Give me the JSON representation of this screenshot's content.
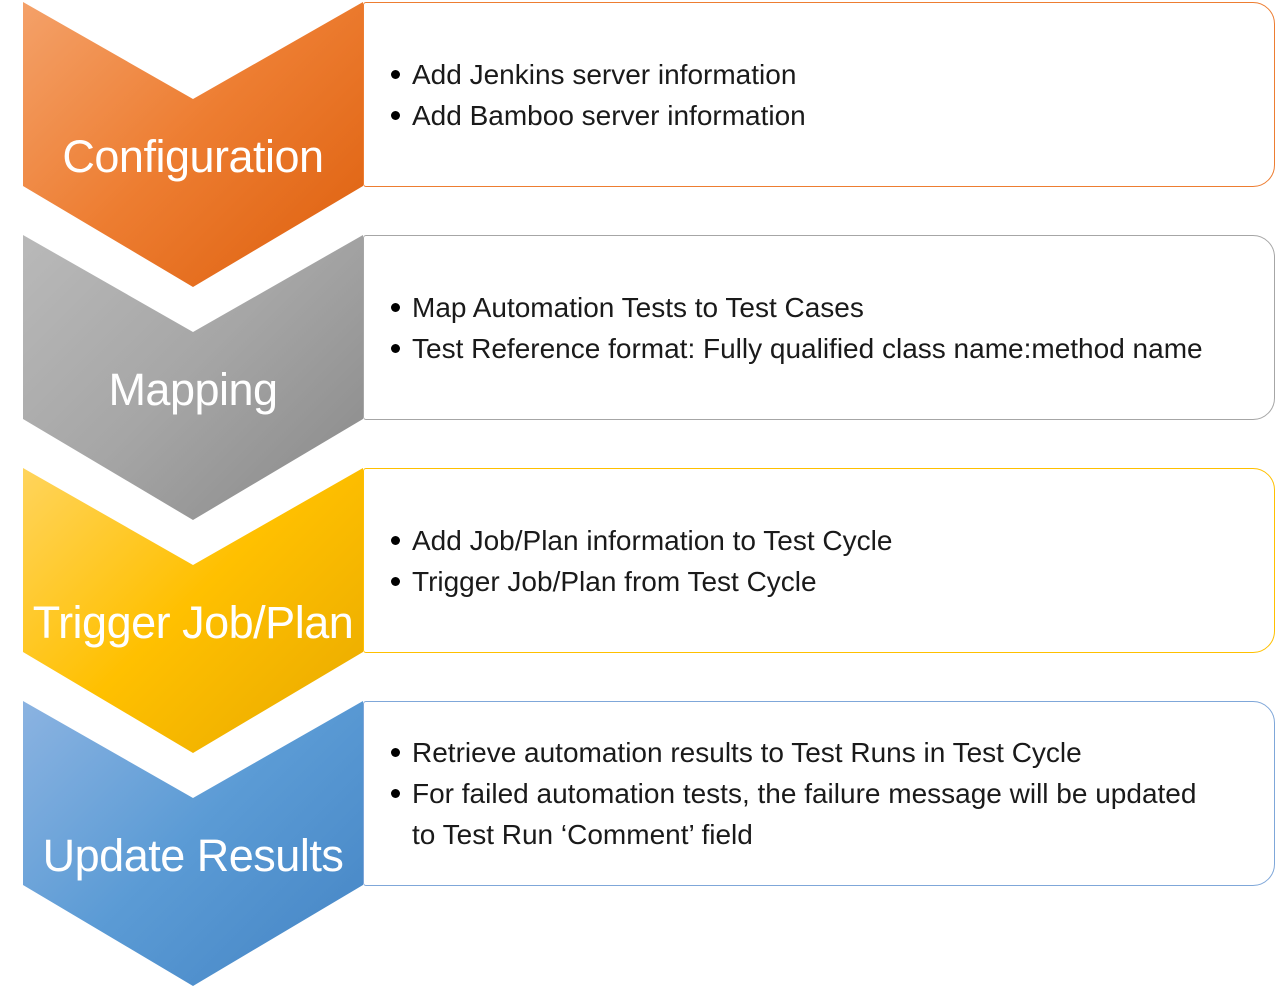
{
  "diagram": {
    "type": "vertical-chevron-list",
    "text_color": "#1A1A1A",
    "label_color": "#FFFFFF",
    "steps": [
      {
        "label": "Configuration",
        "bullets": [
          "Add Jenkins server information",
          "Add Bamboo server information"
        ],
        "colors": {
          "gradient_light": "#F4A169",
          "gradient_mid": "#ED7D31",
          "gradient_dark": "#DD5F0D",
          "box_border": "#ED7D31"
        }
      },
      {
        "label": "Mapping",
        "bullets": [
          "Map Automation Tests to Test Cases",
          "Test Reference format: Fully qualified class name:method name"
        ],
        "colors": {
          "gradient_light": "#B9B9B9",
          "gradient_mid": "#A6A6A6",
          "gradient_dark": "#888888",
          "box_border": "#A6A6A6"
        }
      },
      {
        "label": "Trigger Job/Plan",
        "bullets": [
          "Add Job/Plan information to Test Cycle",
          "Trigger Job/Plan from Test Cycle"
        ],
        "colors": {
          "gradient_light": "#FFD45C",
          "gradient_mid": "#FFC000",
          "gradient_dark": "#E8A900",
          "box_border": "#FFC000"
        }
      },
      {
        "label": "Update Results",
        "bullets": [
          "Retrieve automation results to Test Runs in Test Cycle",
          "For failed automation tests, the failure message will be updated to Test Run ‘Comment’ field"
        ],
        "colors": {
          "gradient_light": "#8BB3E1",
          "gradient_mid": "#5B9BD5",
          "gradient_dark": "#4484C4",
          "box_border": "#7FA7D9"
        }
      }
    ]
  }
}
